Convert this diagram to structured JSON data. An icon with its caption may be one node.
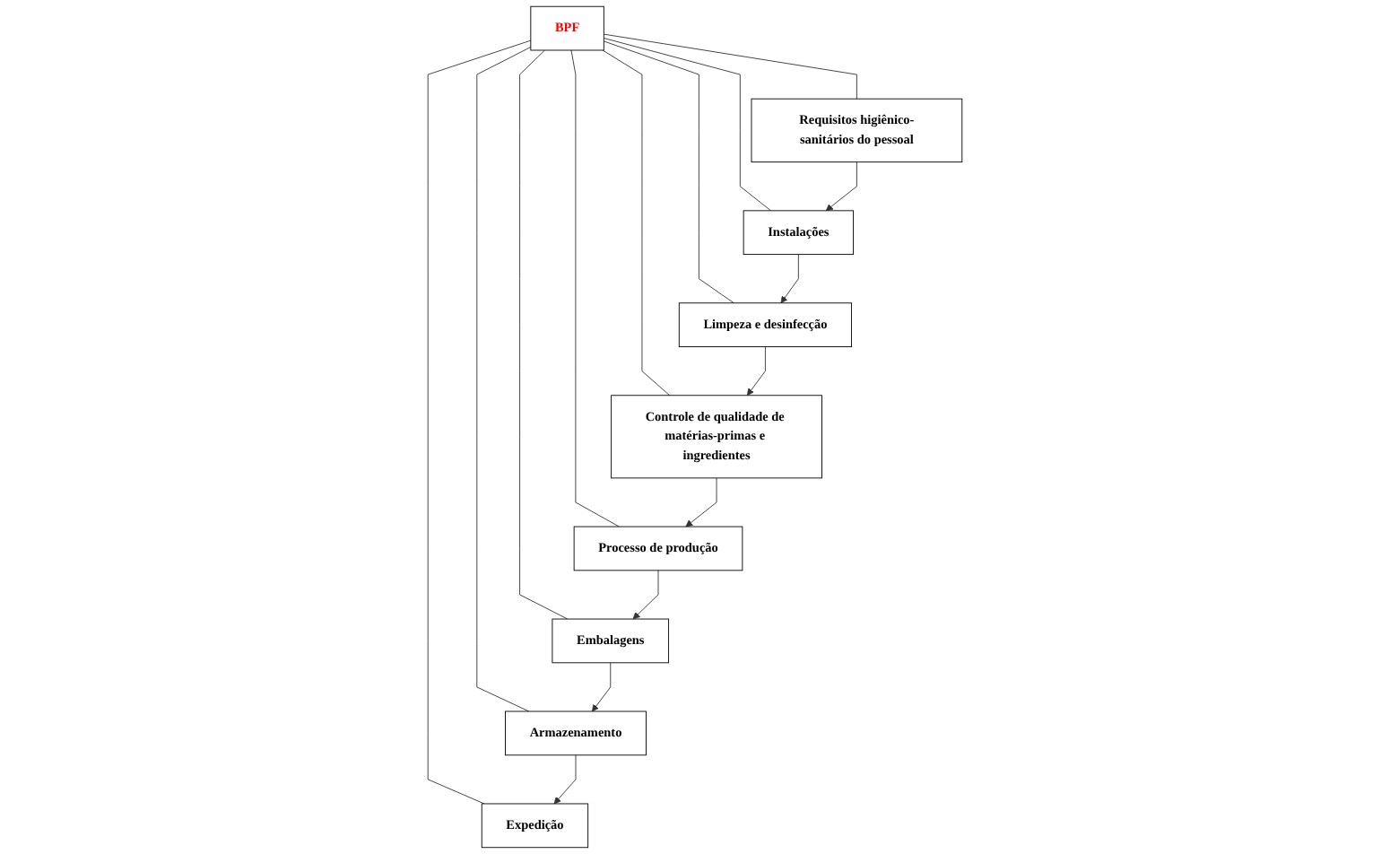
{
  "diagram": {
    "nodes": [
      {
        "text": [
          "BPF"
        ]
      },
      {
        "text": [
          "Requisitos higiênico-sanitários do pessoal"
        ]
      },
      {
        "text": [
          "Instalações"
        ]
      },
      {
        "text": [
          "Limpeza e desinfecção"
        ]
      },
      {
        "text": [
          "Controle de qualidade de matérias-primas e ingredientes"
        ]
      },
      {
        "text": [
          "Processo de produção"
        ]
      },
      {
        "text": [
          "Embalagens"
        ]
      },
      {
        "text": [
          "Armazenamento"
        ]
      },
      {
        "text": [
          "Expedição"
        ]
      }
    ],
    "edges": [
      {
        "from": 0,
        "to": 1,
        "arrow": "none"
      },
      {
        "from": 0,
        "to": 2,
        "arrow": "none"
      },
      {
        "from": 0,
        "to": 3,
        "arrow": "none"
      },
      {
        "from": 0,
        "to": 4,
        "arrow": "none"
      },
      {
        "from": 0,
        "to": 5,
        "arrow": "none"
      },
      {
        "from": 0,
        "to": 6,
        "arrow": "none"
      },
      {
        "from": 0,
        "to": 7,
        "arrow": "none"
      },
      {
        "from": 0,
        "to": 8,
        "arrow": "none"
      },
      {
        "from": 1,
        "to": 2,
        "arrow": "to"
      },
      {
        "from": 2,
        "to": 3,
        "arrow": "to"
      },
      {
        "from": 3,
        "to": 4,
        "arrow": "to"
      },
      {
        "from": 4,
        "to": 5,
        "arrow": "to"
      },
      {
        "from": 5,
        "to": 6,
        "arrow": "to"
      },
      {
        "from": 6,
        "to": 7,
        "arrow": "to"
      },
      {
        "from": 7,
        "to": 8,
        "arrow": "to"
      }
    ]
  }
}
